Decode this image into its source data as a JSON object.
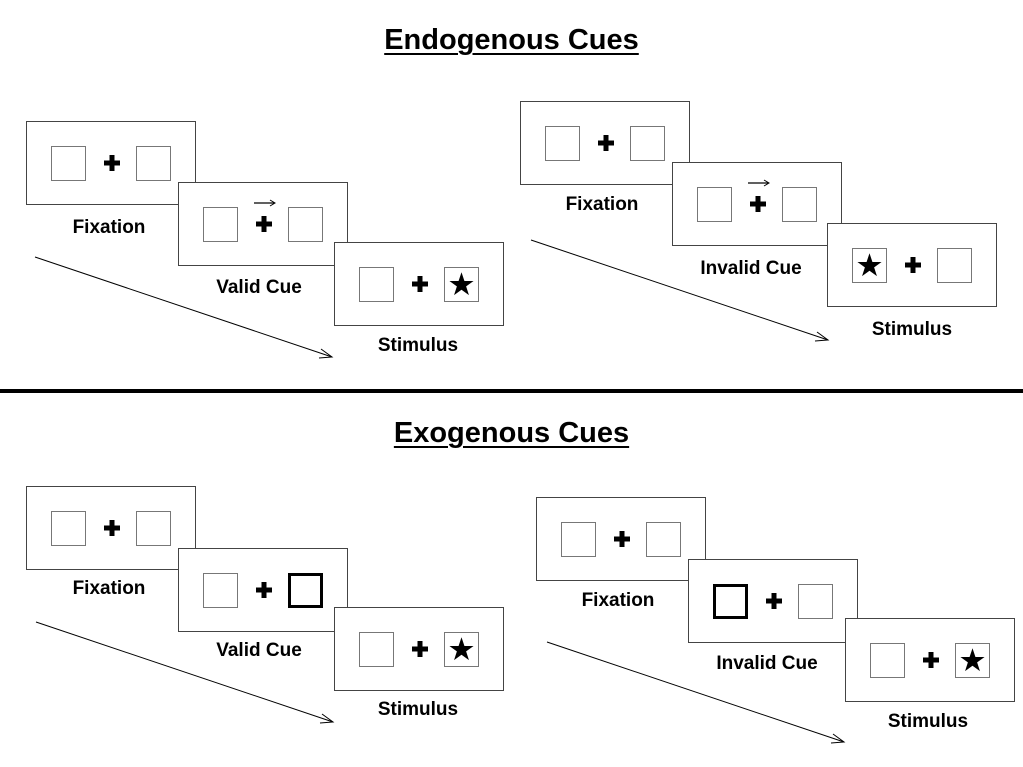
{
  "sections": {
    "endogenous_title": "Endogenous Cues",
    "exogenous_title": "Exogenous Cues"
  },
  "labels": {
    "fixation": "Fixation",
    "valid_cue": "Valid Cue",
    "invalid_cue": "Invalid Cue",
    "stimulus": "Stimulus"
  },
  "icons": {
    "fixation": "fixation-cross-icon",
    "cue": "arrow-right-icon",
    "target": "star-icon"
  },
  "colors": {
    "foreground": "#000000",
    "background": "#ffffff"
  }
}
